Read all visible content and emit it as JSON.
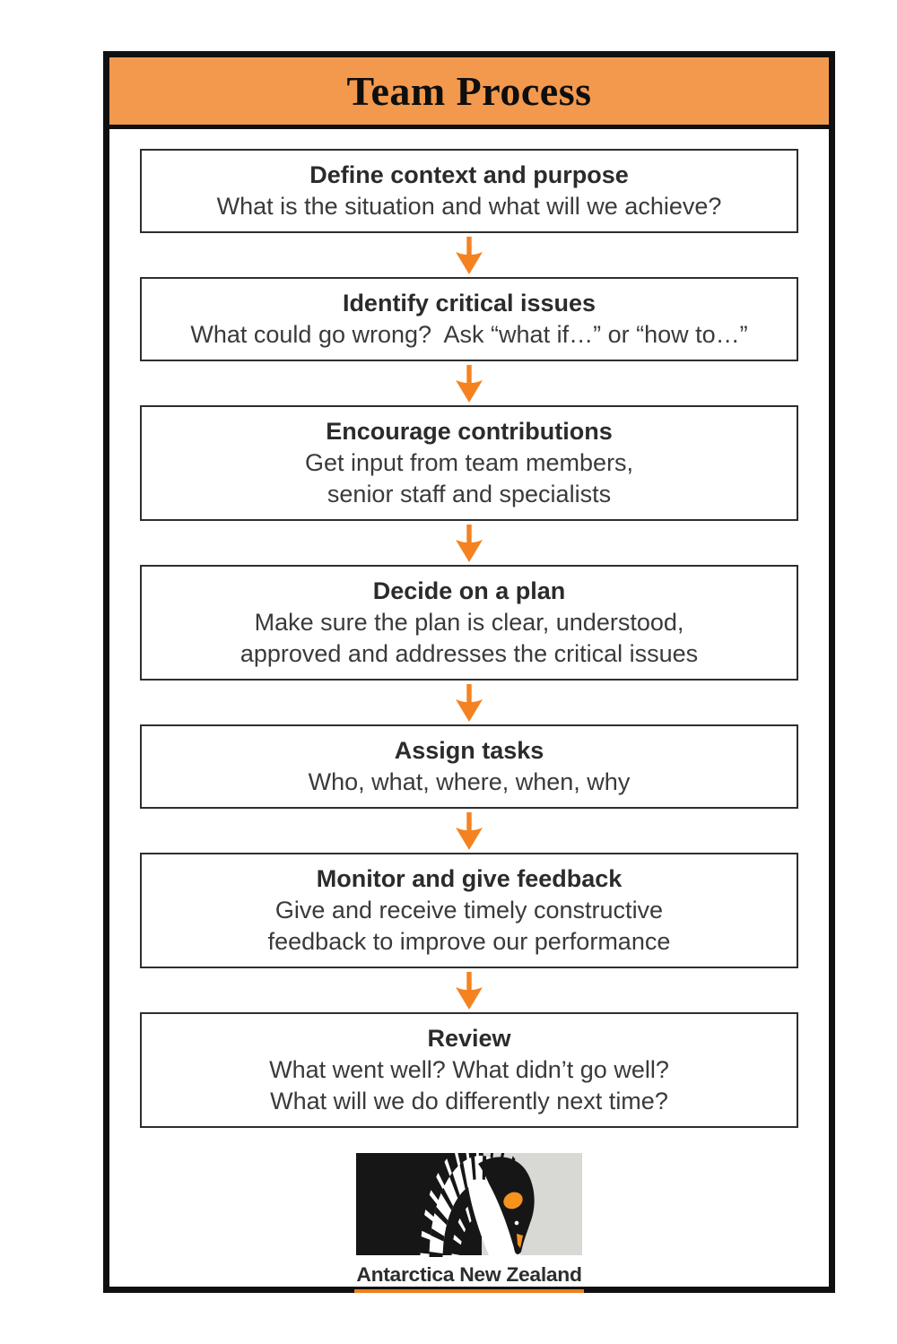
{
  "header": {
    "title": "Team Process"
  },
  "steps": [
    {
      "title": "Define context and purpose",
      "lines": [
        "What is the situation and what will we achieve?"
      ]
    },
    {
      "title": "Identify critical issues",
      "lines": [
        "What could go wrong?  Ask “what if…” or “how to…”"
      ]
    },
    {
      "title": "Encourage contributions",
      "lines": [
        "Get input from team members,",
        "senior staff and specialists"
      ]
    },
    {
      "title": "Decide on a plan",
      "lines": [
        "Make sure the plan is clear, understood,",
        "approved and addresses the critical issues"
      ]
    },
    {
      "title": "Assign tasks",
      "lines": [
        "Who, what, where, when, why"
      ]
    },
    {
      "title": "Monitor and give feedback",
      "lines": [
        "Give and receive timely constructive",
        "feedback to improve our performance"
      ]
    },
    {
      "title": "Review",
      "lines": [
        "What went well? What didn’t go well?",
        "What will we do differently next time?"
      ]
    }
  ],
  "logo": {
    "wordmark": "Antarctica New Zealand"
  },
  "icons": {
    "down_arrow": "down-arrow-icon",
    "penguin": "antarctica-nz-penguin-icon"
  },
  "colors": {
    "header_orange": "#F2994E",
    "arrow_orange": "#F58220",
    "logo_orange": "#EE7F1B",
    "logo_gray": "#D8D8D4",
    "frame_black": "#101010",
    "text_dark": "#3A3A3A",
    "box_border": "#2E2E2E"
  }
}
